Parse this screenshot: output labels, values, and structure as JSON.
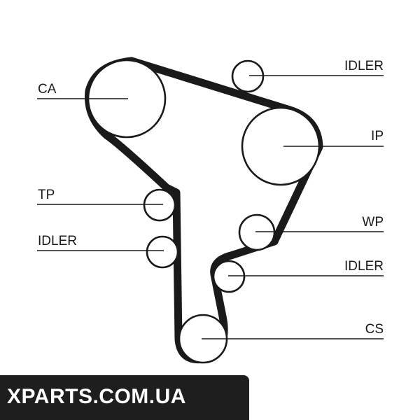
{
  "labels": {
    "ca": "CA",
    "idler_top": "IDLER",
    "ip": "IP",
    "tp": "TP",
    "idler_left": "IDLER",
    "wp": "WP",
    "idler_right": "IDLER",
    "cs": "CS"
  },
  "watermark": "XPARTS.COM.UA"
}
